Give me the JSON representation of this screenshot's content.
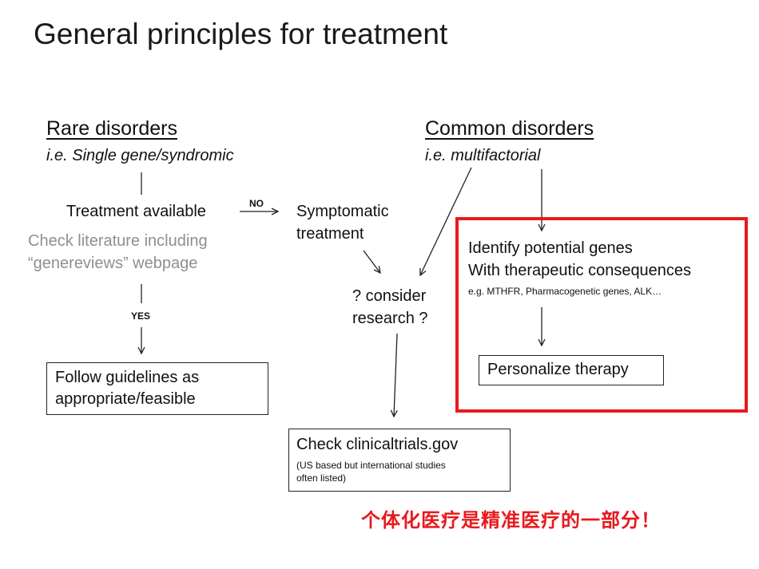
{
  "title": "General principles for treatment",
  "rare": {
    "heading": "Rare disorders",
    "subheading": "i.e. Single gene/syndromic",
    "treatment_available": "Treatment available",
    "no_label": "NO",
    "check_literature_1": "Check literature including",
    "check_literature_2": "“genereviews” webpage",
    "yes_label": "YES",
    "guidelines_1": "Follow guidelines as",
    "guidelines_2": "appropriate/feasible"
  },
  "middle": {
    "symptomatic_1": "Symptomatic",
    "symptomatic_2": "treatment",
    "consider_1": "? consider",
    "consider_2": "research ?",
    "clinicaltrials": "Check clinicaltrials.gov",
    "clinicaltrials_note_1": "(US based but international studies",
    "clinicaltrials_note_2": "often listed)"
  },
  "common": {
    "heading": "Common disorders",
    "subheading": "i.e. multifactorial",
    "identify_1": "Identify potential genes",
    "identify_2": "With therapeutic consequences",
    "examples": "e.g. MTHFR, Pharmacogenetic genes, ALK…",
    "personalize": "Personalize therapy"
  },
  "annotation": "个体化医疗是精准医疗的一部分！",
  "colors": {
    "highlight_border": "#e8191c",
    "annotation_text": "#e8191c",
    "muted_text": "#8f8f8f"
  }
}
